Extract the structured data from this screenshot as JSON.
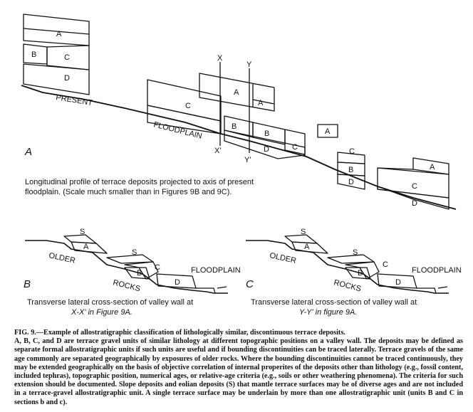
{
  "panel_a": {
    "letter": "A",
    "present_label": "PRESENT",
    "floodplain_label": "FLOODPLAIN",
    "section_x": "X",
    "section_x_prime": "X'",
    "section_y": "Y",
    "section_y_prime": "Y'",
    "unit_a": "A",
    "unit_b": "B",
    "unit_c": "C",
    "unit_d": "D",
    "description_line1": "Longitudinal profile of terrace deposits projected to axis of present",
    "description_line2": "floodplain. (Scale much smaller than in Figures 9B and 9C)."
  },
  "panel_b": {
    "letter": "B",
    "older_label": "OLDER",
    "rocks_label": "ROCKS",
    "floodplain_label": "FLOODPLAIN",
    "unit_s": "S",
    "unit_a": "A",
    "unit_b": "B",
    "unit_c": "C",
    "unit_d": "D",
    "description_line1": "Transverse lateral cross-section of valley wall at",
    "description_line2": "X-X' in Figure 9A."
  },
  "panel_c": {
    "letter": "C",
    "older_label": "OLDER",
    "rocks_label": "ROCKS",
    "floodplain_label": "FLOODPLAIN",
    "unit_s": "S",
    "unit_a": "A",
    "unit_b": "B",
    "unit_c": "C",
    "unit_d": "D",
    "description_line1": "Transverse lateral cross-section of valley wall at",
    "description_line2": "Y-Y' in figure 9A."
  },
  "caption": {
    "title": "FIG. 9.—Example of allostratigraphic classification of lithologically  similar, discontinuous terrace deposits.",
    "body": "A, B, C, and D are terrace gravel units of similar lithology at different topographic positions on a valley wall. The deposits may be defined as separate formal allostratigraphic units if such units are useful and if bounding discontinuities can be traced laterally. Terrace gravels of the same age commonly are separated geographically by exposures of older rocks. Where the bounding discontinuities cannot be traced continuously, they may be extended geographically on the basis of objective correlation of internal properites of the deposits other than lithology (e.g., fossil content, included tephras), topographic position, numerical ages, or relative-age criteria (e.g., soils or other weathering phenomena). The criteria for such extension should be documented. Slope deposits and eolian deposits (S) that mantle terrace surfaces may be of diverse ages and are not included in a terrace-gravel allostratigraphic unit. A single terrace surface may be underlain by more than one allostratigraphic unit (units B and C in sections b and c)."
  }
}
